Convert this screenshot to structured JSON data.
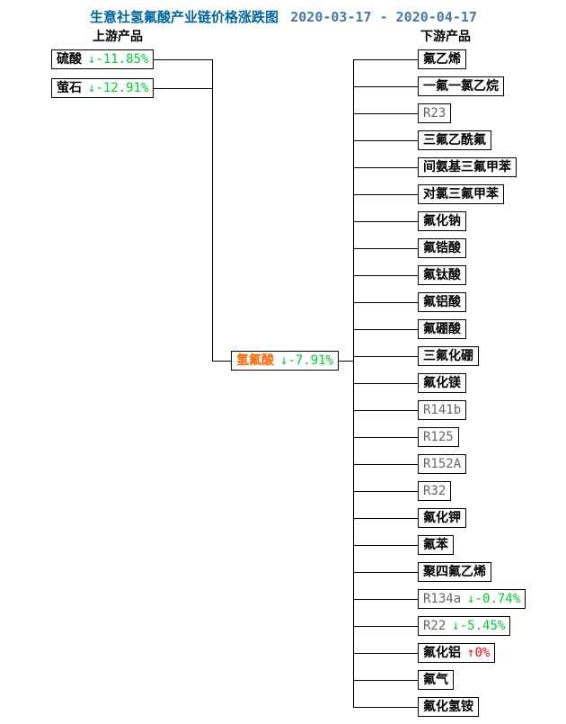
{
  "title": {
    "text": "生意社氢氟酸产业链价格涨跌图",
    "date_range": "2020-03-17 - 2020-04-17"
  },
  "headers": {
    "upstream": "上游产品",
    "downstream": "下游产品"
  },
  "colors": {
    "title_text": "#006699",
    "date_text": "#4477aa",
    "down_change": "#00cc33",
    "up_change": "#ff0000",
    "center_product": "#ff6600",
    "latin_code": "#666666",
    "connector_line": "#000000"
  },
  "upstream": {
    "items": [
      {
        "name": "硫酸",
        "arrow": "↓",
        "change": "-11.85%",
        "direction": "down"
      },
      {
        "name": "萤石",
        "arrow": "↓",
        "change": "-12.91%",
        "direction": "down"
      }
    ]
  },
  "center": {
    "name": "氢氟酸",
    "arrow": "↓",
    "change": "-7.91%",
    "direction": "down"
  },
  "downstream": {
    "items": [
      {
        "name": "氟乙烯"
      },
      {
        "name": "一氟一氯乙烷"
      },
      {
        "name": "R23"
      },
      {
        "name": "三氟乙酰氟"
      },
      {
        "name": "间氨基三氟甲苯"
      },
      {
        "name": "对氯三氟甲苯"
      },
      {
        "name": "氟化钠"
      },
      {
        "name": "氟锆酸"
      },
      {
        "name": "氟钛酸"
      },
      {
        "name": "氟铝酸"
      },
      {
        "name": "氟硼酸"
      },
      {
        "name": "三氟化硼"
      },
      {
        "name": "氟化镁"
      },
      {
        "name": "R141b"
      },
      {
        "name": "R125"
      },
      {
        "name": "R152A"
      },
      {
        "name": "R32"
      },
      {
        "name": "氟化钾"
      },
      {
        "name": "氟苯"
      },
      {
        "name": "聚四氟乙烯"
      },
      {
        "name": "R134a",
        "arrow": "↓",
        "change": "-0.74%",
        "direction": "down"
      },
      {
        "name": "R22",
        "arrow": "↓",
        "change": "-5.45%",
        "direction": "down"
      },
      {
        "name": "氟化铝",
        "arrow": "↑",
        "change": "0%",
        "direction": "up"
      },
      {
        "name": "氟气"
      },
      {
        "name": "氟化氢铵"
      }
    ]
  }
}
